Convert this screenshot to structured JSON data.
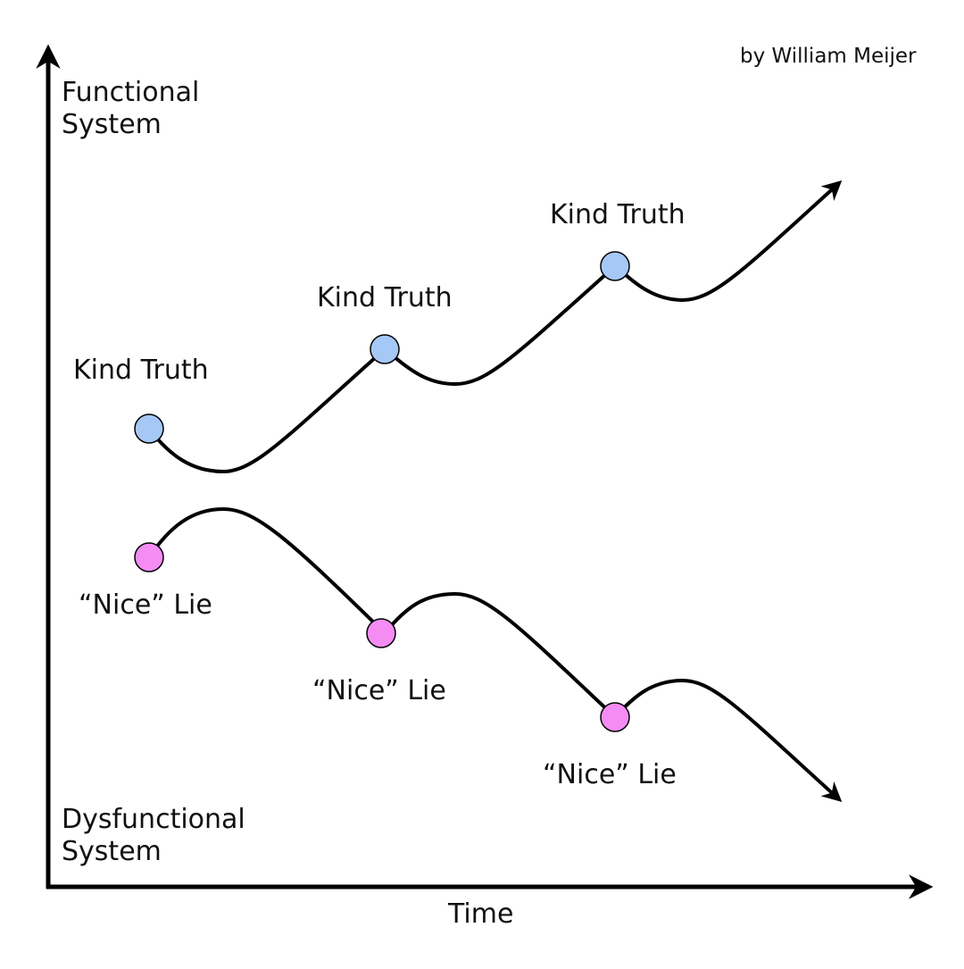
{
  "credit": "by William Meijer",
  "y_axis": {
    "top_label": "Functional\nSystem",
    "bottom_label": "Dysfunctional\nSystem"
  },
  "x_axis": {
    "label": "Time"
  },
  "truth_path": {
    "color": "#a6c8f7",
    "points": [
      {
        "label": "Kind Truth"
      },
      {
        "label": "Kind Truth"
      },
      {
        "label": "Kind Truth"
      }
    ]
  },
  "lie_path": {
    "color": "#f48cf4",
    "points": [
      {
        "label": "“Nice” Lie"
      },
      {
        "label": "“Nice” Lie"
      },
      {
        "label": "“Nice” Lie"
      }
    ]
  },
  "line_color": "#000000"
}
